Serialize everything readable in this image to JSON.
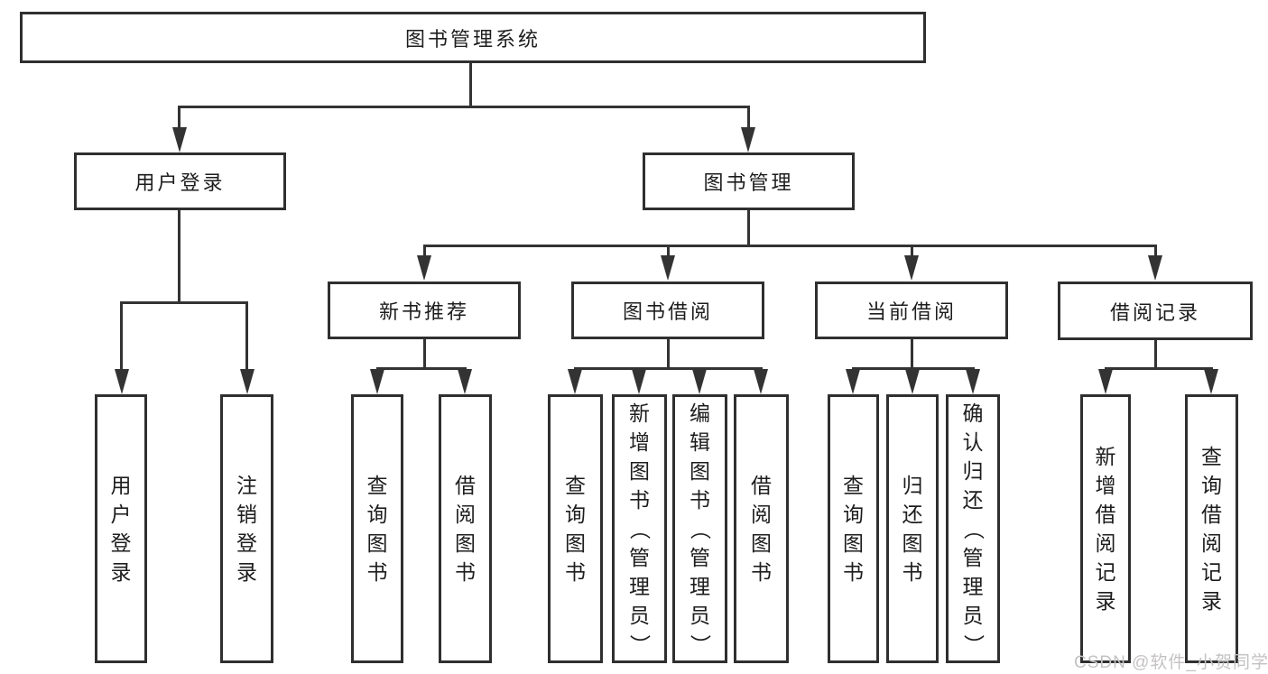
{
  "colors": {
    "background": "#ffffff",
    "box_border": "#2f2f2f",
    "connector_line": "#333333",
    "text": "#1d1d1d",
    "watermark_text": "#c5c2c2"
  },
  "tree": {
    "label": "图书管理系统",
    "children": [
      {
        "label": "用户登录",
        "children": [
          {
            "label": "用户登录"
          },
          {
            "label": "注销登录"
          }
        ]
      },
      {
        "label": "图书管理",
        "children": [
          {
            "label": "新书推荐",
            "children": [
              {
                "label": "查询图书"
              },
              {
                "label": "借阅图书"
              }
            ]
          },
          {
            "label": "图书借阅",
            "children": [
              {
                "label": "查询图书"
              },
              {
                "label": "新增图书（管理员）"
              },
              {
                "label": "编辑图书（管理员）"
              },
              {
                "label": "借阅图书"
              }
            ]
          },
          {
            "label": "当前借阅",
            "children": [
              {
                "label": "查询图书"
              },
              {
                "label": "归还图书"
              },
              {
                "label": "确认归还（管理员）"
              }
            ]
          },
          {
            "label": "借阅记录",
            "children": [
              {
                "label": "新增借阅记录"
              },
              {
                "label": "查询借阅记录"
              }
            ]
          }
        ]
      }
    ]
  },
  "watermark": {
    "text": "CSDN @软件_小贺同学"
  }
}
